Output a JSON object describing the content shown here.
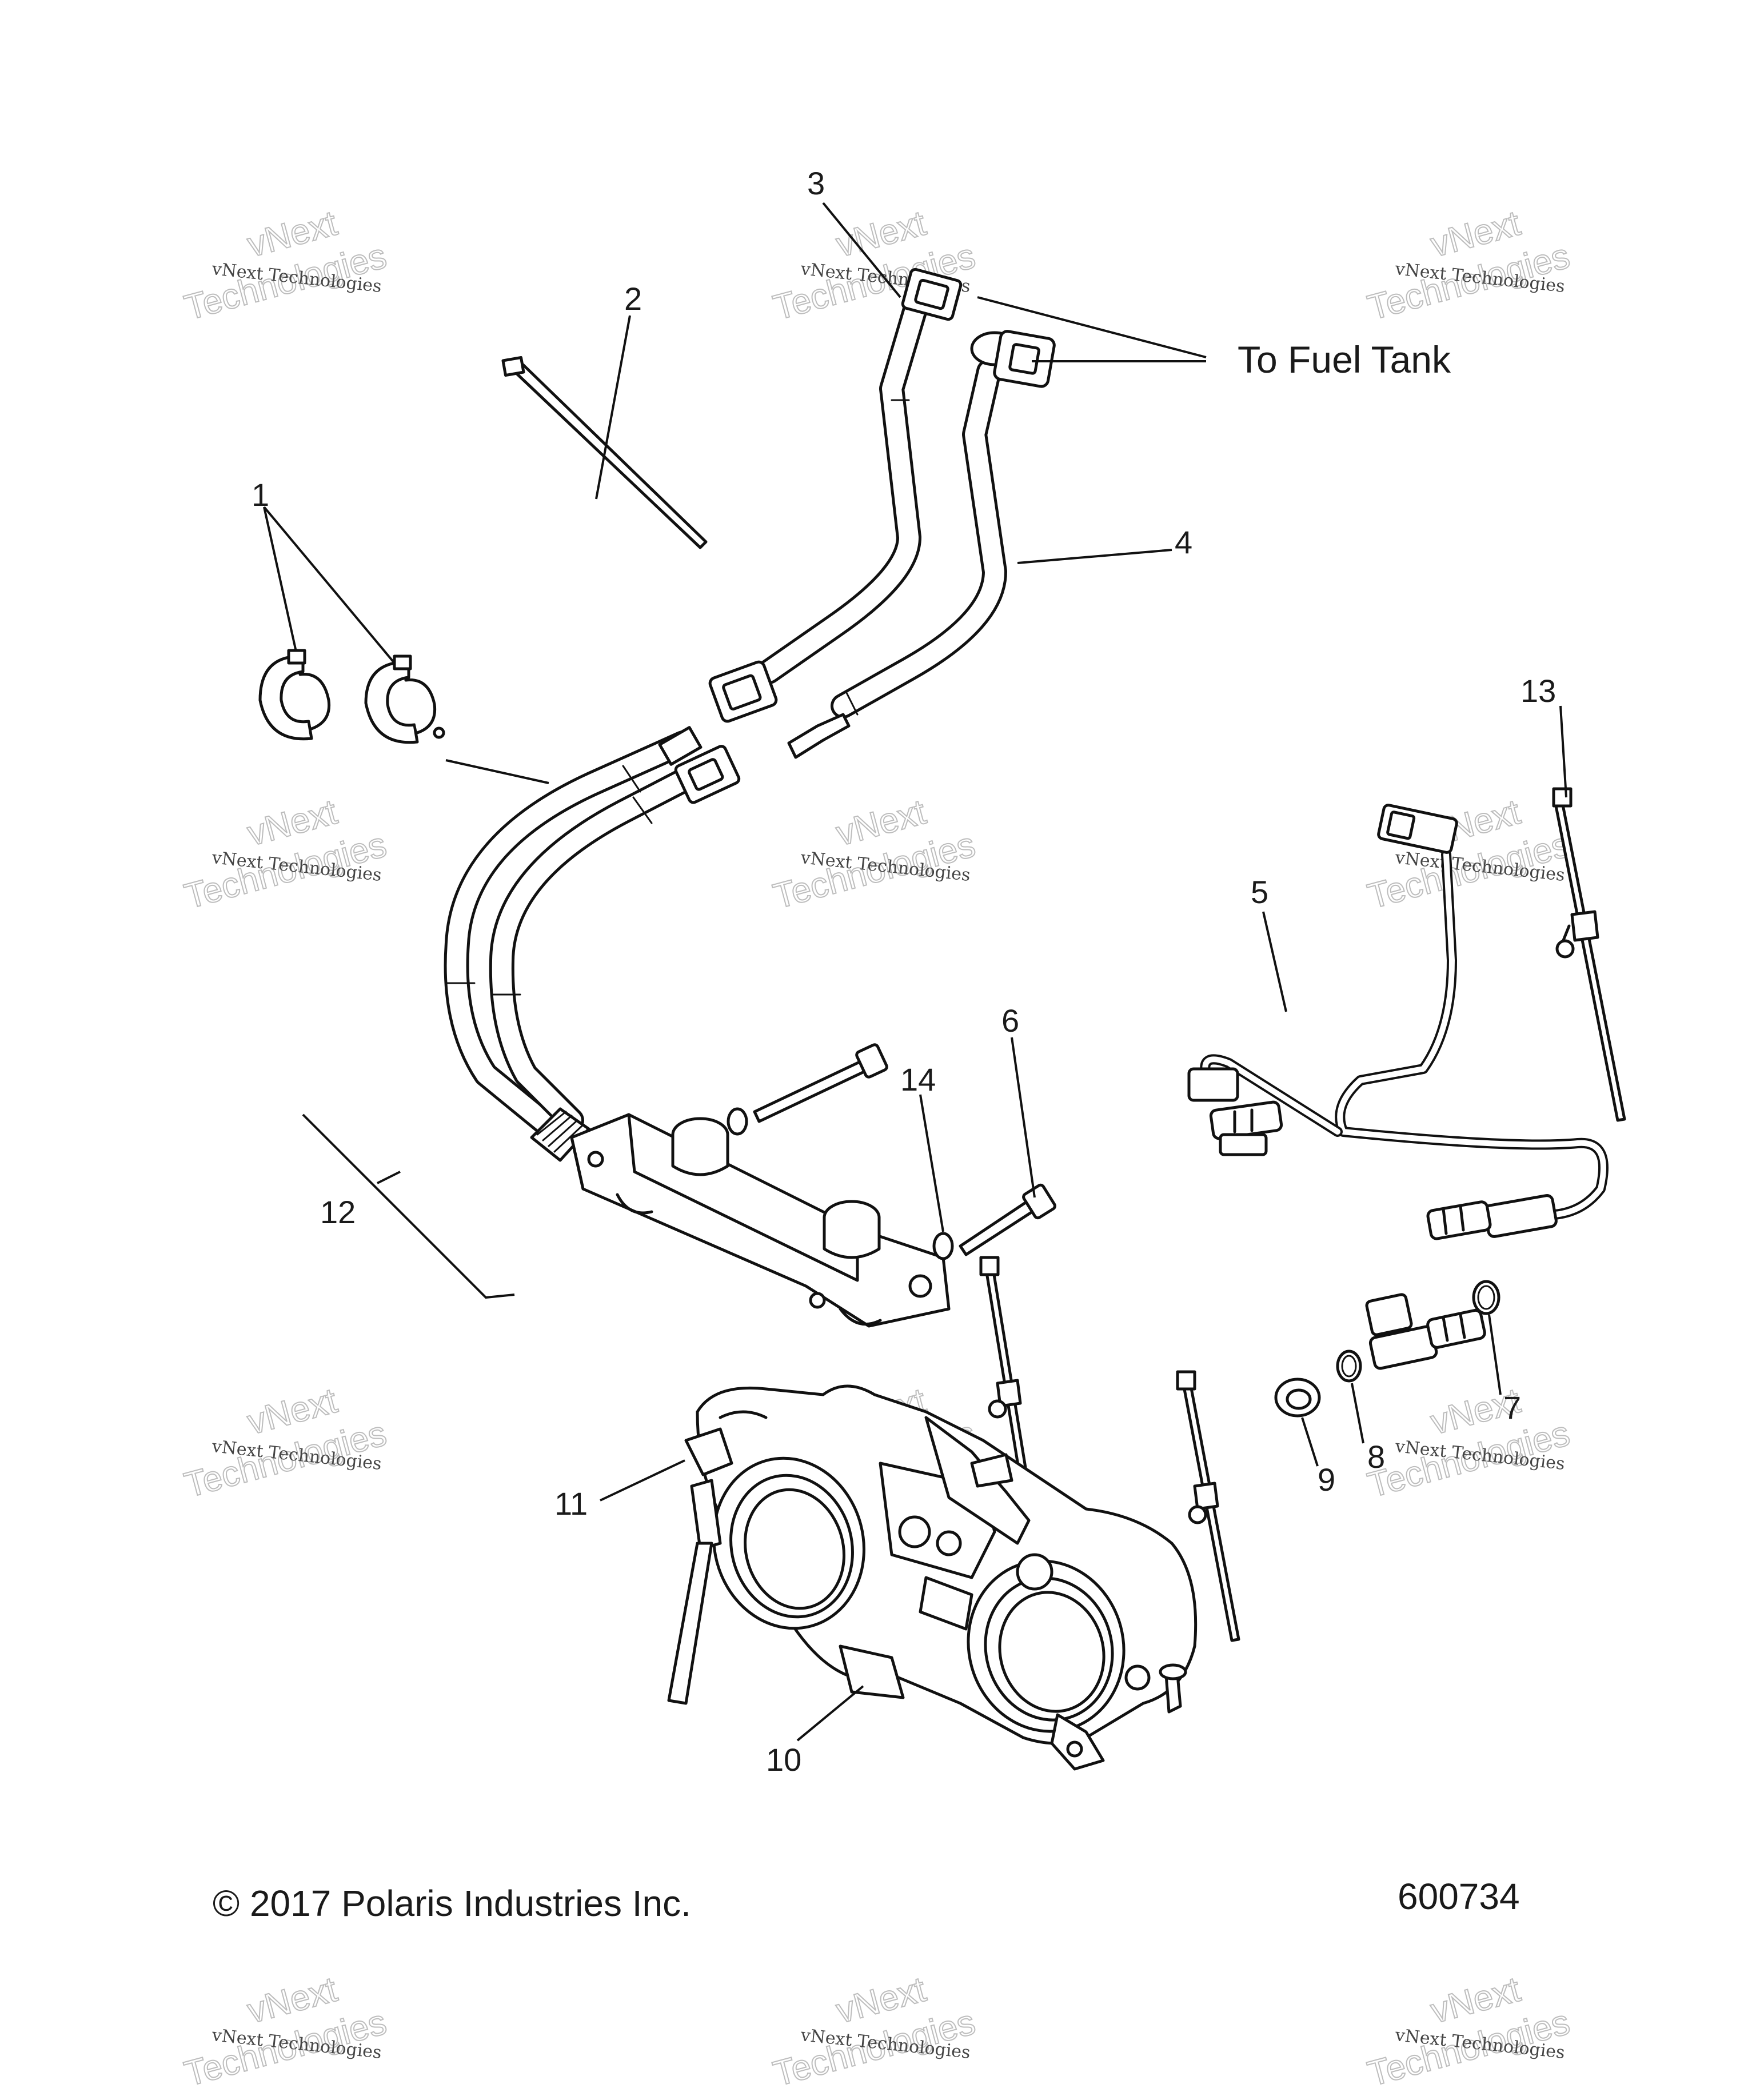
{
  "callouts": {
    "c1": "1",
    "c2": "2",
    "c3": "3",
    "c4": "4",
    "c5": "5",
    "c6": "6",
    "c7": "7",
    "c8": "8",
    "c9": "9",
    "c10": "10",
    "c11": "11",
    "c12": "12",
    "c13": "13",
    "c14": "14",
    "fuel_tank": "To Fuel Tank"
  },
  "footer": {
    "copyright": "© 2017 Polaris Industries Inc.",
    "figure_number": "600734"
  },
  "watermark": {
    "line_small": "vNext Technologies",
    "word_top": "vNext",
    "word_bottom": "Technologies"
  }
}
